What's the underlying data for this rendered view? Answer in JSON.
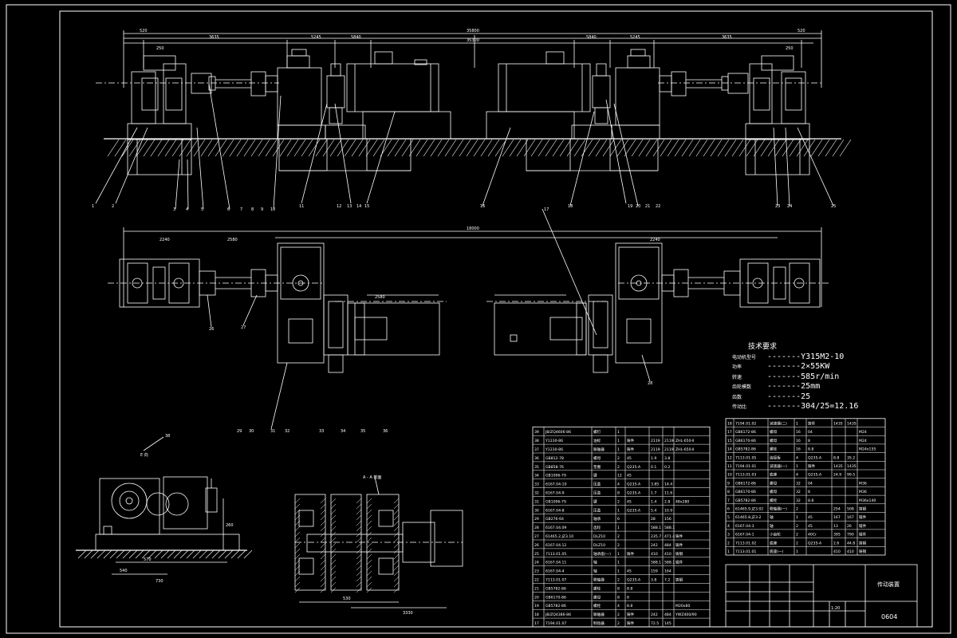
{
  "drawing": {
    "number": "0604",
    "assembly_name": "传动装置",
    "scale_label": "1:20"
  },
  "tech_notes": {
    "title": "技术要求",
    "rows": [
      {
        "key": "电动机型号",
        "value": "-------Y315M2-10"
      },
      {
        "key": "功率",
        "value": "-------2×55KW"
      },
      {
        "key": "转速",
        "value": "-------585r/min"
      },
      {
        "key": "齿轮模数",
        "value": "-------25mm"
      },
      {
        "key": "齿数",
        "value": "-------25"
      },
      {
        "key": "传动比",
        "value": "-------304/25=12.16"
      }
    ]
  },
  "top_dims": {
    "overall": "35800",
    "overall_inner": "35300",
    "left_a": "3635",
    "left_b": "5245",
    "left_c": "5840",
    "right_a": "5840",
    "right_b": "5245",
    "right_c": "3635",
    "end_l": "520",
    "end_r": "520",
    "sub_l": "250",
    "sub_r": "250"
  },
  "plan_dims": {
    "overall": "18000",
    "left_a": "2240",
    "right_a": "2240",
    "shaft_a": "2580",
    "mid": "2580"
  },
  "balloons_top": [
    "1",
    "2",
    "3",
    "4",
    "5",
    "6",
    "7",
    "8",
    "9",
    "10",
    "11",
    "12",
    "13",
    "14",
    "15",
    "16",
    "17",
    "18",
    "19",
    "20",
    "21",
    "22",
    "23",
    "24",
    "25"
  ],
  "balloons_detail": [
    "26",
    "27",
    "28",
    "29",
    "30",
    "31",
    "32",
    "33",
    "34",
    "35",
    "36"
  ],
  "bom_left": [
    {
      "no": "39",
      "code": "JB/ZQ4606-86",
      "name": "螺钉",
      "qty": "1",
      "mat": "",
      "w1": "",
      "w2": "",
      "note": ""
    },
    {
      "no": "38",
      "code": "Y1230-86",
      "name": "油标",
      "qty": "1",
      "mat": "铸件",
      "w1": "2119",
      "w2": "2119",
      "note": "ZHL-650-Ⅱ"
    },
    {
      "no": "37",
      "code": "Y1230-86",
      "name": "联轴器",
      "qty": "1",
      "mat": "铸件",
      "w1": "2119",
      "w2": "2119",
      "note": "ZHL-650-Ⅱ"
    },
    {
      "no": "36",
      "code": "GB812-78",
      "name": "螺母",
      "qty": "2",
      "mat": "45",
      "w1": "1.9",
      "w2": "3.8",
      "note": ""
    },
    {
      "no": "35",
      "code": "GB858-76",
      "name": "垫圈",
      "qty": "2",
      "mat": "Q235-A",
      "w1": "0.1",
      "w2": "0.2",
      "note": ""
    },
    {
      "no": "34",
      "code": "GB1096-79",
      "name": "键",
      "qty": "12",
      "mat": "45",
      "w1": "",
      "w2": "",
      "note": ""
    },
    {
      "no": "33",
      "code": "6167.04-10",
      "name": "压盖",
      "qty": "4",
      "mat": "Q235-A",
      "w1": "3.85",
      "w2": "14.4",
      "note": ""
    },
    {
      "no": "32",
      "code": "6167.04-9",
      "name": "压盖",
      "qty": "8",
      "mat": "Q235-A",
      "w1": "1.7",
      "w2": "11.6",
      "note": ""
    },
    {
      "no": "31",
      "code": "GB1096-79",
      "name": "键",
      "qty": "2",
      "mat": "45",
      "w1": "1.4",
      "w2": "2.8",
      "note": "48x280"
    },
    {
      "no": "30",
      "code": "6167.04-8",
      "name": "压盖",
      "qty": "1",
      "mat": "Q235-A",
      "w1": "5.4",
      "w2": "10.9",
      "note": ""
    },
    {
      "no": "29",
      "code": "GB276-64",
      "name": "轴承",
      "qty": "6",
      "mat": "",
      "w1": "28",
      "w2": "156",
      "note": ""
    },
    {
      "no": "28",
      "code": "6167.04.09",
      "name": "齿轮",
      "qty": "1",
      "mat": "",
      "w1": "588.1",
      "w2": "588.1",
      "note": ""
    },
    {
      "no": "27",
      "code": "61465.2.JZ3.10",
      "name": "DLZ10",
      "qty": "2",
      "mat": "",
      "w1": "235.7",
      "w2": "471.4",
      "note": "铸件"
    },
    {
      "no": "26",
      "code": "6167.04.12",
      "name": "DLZ10",
      "qty": "2",
      "mat": "",
      "w1": "242",
      "w2": "484",
      "note": "铸件"
    },
    {
      "no": "25",
      "code": "7113.01.05",
      "name": "轴承座(一)",
      "qty": "1",
      "mat": "铸件",
      "w1": "410",
      "w2": "410",
      "note": "铸钢"
    },
    {
      "no": "24",
      "code": "6167.04.11",
      "name": "轴",
      "qty": "1",
      "mat": "",
      "w1": "588.1",
      "w2": "588.1",
      "note": "锻件"
    },
    {
      "no": "23",
      "code": "6167.04-4",
      "name": "轴",
      "qty": "1",
      "mat": "45",
      "w1": "159",
      "w2": "164",
      "note": ""
    },
    {
      "no": "22",
      "code": "7113.01.07",
      "name": "联轴器",
      "qty": "2",
      "mat": "Q235-A",
      "w1": "3.8",
      "w2": "7.2",
      "note": "铸钢"
    },
    {
      "no": "21",
      "code": "GB5782-86",
      "name": "螺栓",
      "qty": "8",
      "mat": "8.8",
      "w1": "",
      "w2": "",
      "note": ""
    },
    {
      "no": "20",
      "code": "GB6170-86",
      "name": "螺母",
      "qty": "8",
      "mat": "8",
      "w1": "",
      "w2": "",
      "note": ""
    },
    {
      "no": "19",
      "code": "GB5782-86",
      "name": "螺栓",
      "qty": "4",
      "mat": "8.8",
      "w1": "",
      "w2": "",
      "note": "M20x80"
    },
    {
      "no": "18",
      "code": "JB/ZQ4386-86",
      "name": "联轴器",
      "qty": "2",
      "mat": "铸件",
      "w1": "242",
      "w2": "484",
      "note": "YWZ400/90"
    },
    {
      "no": "17",
      "code": "7194.01.07",
      "name": "制动器",
      "qty": "2",
      "mat": "铸件",
      "w1": "72.5",
      "w2": "145",
      "note": ""
    }
  ],
  "bom_right": [
    {
      "no": "18",
      "code": "7194.01.02",
      "name": "减速器(二)",
      "qty": "1",
      "mat": "铸件",
      "w1": "1435",
      "w2": "1435",
      "note": ""
    },
    {
      "no": "17",
      "code": "GB6172-86",
      "name": "螺母",
      "qty": "16",
      "mat": "04",
      "w1": "",
      "w2": "",
      "note": "M24"
    },
    {
      "no": "15",
      "code": "GB6170-86",
      "name": "螺母",
      "qty": "16",
      "mat": "8",
      "w1": "",
      "w2": "",
      "note": "M24"
    },
    {
      "no": "14",
      "code": "GB5782-86",
      "name": "螺栓",
      "qty": "16",
      "mat": "8.8",
      "w1": "",
      "w2": "",
      "note": "M24x155"
    },
    {
      "no": "12",
      "code": "7113.01.05",
      "name": "连接板",
      "qty": "4",
      "mat": "Q235-A",
      "w1": "8.8",
      "w2": "35.2",
      "note": ""
    },
    {
      "no": "11",
      "code": "7194.01.01",
      "name": "减速器(一)",
      "qty": "1",
      "mat": "铸件",
      "w1": "1435",
      "w2": "1435",
      "note": ""
    },
    {
      "no": "10",
      "code": "7113.01.03",
      "name": "底座",
      "qty": "4",
      "mat": "Q235-A",
      "w1": "24.9",
      "w2": "99.5",
      "note": ""
    },
    {
      "no": "9",
      "code": "GB6172-86",
      "name": "螺母",
      "qty": "32",
      "mat": "04",
      "w1": "",
      "w2": "",
      "note": "M36"
    },
    {
      "no": "8",
      "code": "GB6170-86",
      "name": "螺母",
      "qty": "32",
      "mat": "8",
      "w1": "",
      "w2": "",
      "note": "M36"
    },
    {
      "no": "7",
      "code": "GB5782-86",
      "name": "螺栓",
      "qty": "32",
      "mat": "8.8",
      "w1": "",
      "w2": "",
      "note": "M36x140"
    },
    {
      "no": "6",
      "code": "61465.9.JZ3.02",
      "name": "联轴器(一)",
      "qty": "2",
      "mat": "",
      "w1": "254",
      "w2": "508",
      "note": "铸钢"
    },
    {
      "no": "5",
      "code": "61465.8.JZ3-2",
      "name": "轴",
      "qty": "1",
      "mat": "45",
      "w1": "167",
      "w2": "167",
      "note": "锻件"
    },
    {
      "no": "4",
      "code": "6167.04-3",
      "name": "轴",
      "qty": "2",
      "mat": "45",
      "w1": "13",
      "w2": "26",
      "note": "锻件"
    },
    {
      "no": "3",
      "code": "6167.04-1",
      "name": "小齿轮",
      "qty": "2",
      "mat": "40Cr",
      "w1": "395",
      "w2": "790",
      "note": "锻件"
    },
    {
      "no": "2",
      "code": "7113.01.02",
      "name": "底座",
      "qty": "2",
      "mat": "Q235-A",
      "w1": "2.6",
      "w2": "44.8",
      "note": "铸钢"
    },
    {
      "no": "1",
      "code": "7113.01.01",
      "name": "底座(一)",
      "qty": "1",
      "mat": "",
      "w1": "410",
      "w2": "410",
      "note": "铸钢"
    }
  ]
}
